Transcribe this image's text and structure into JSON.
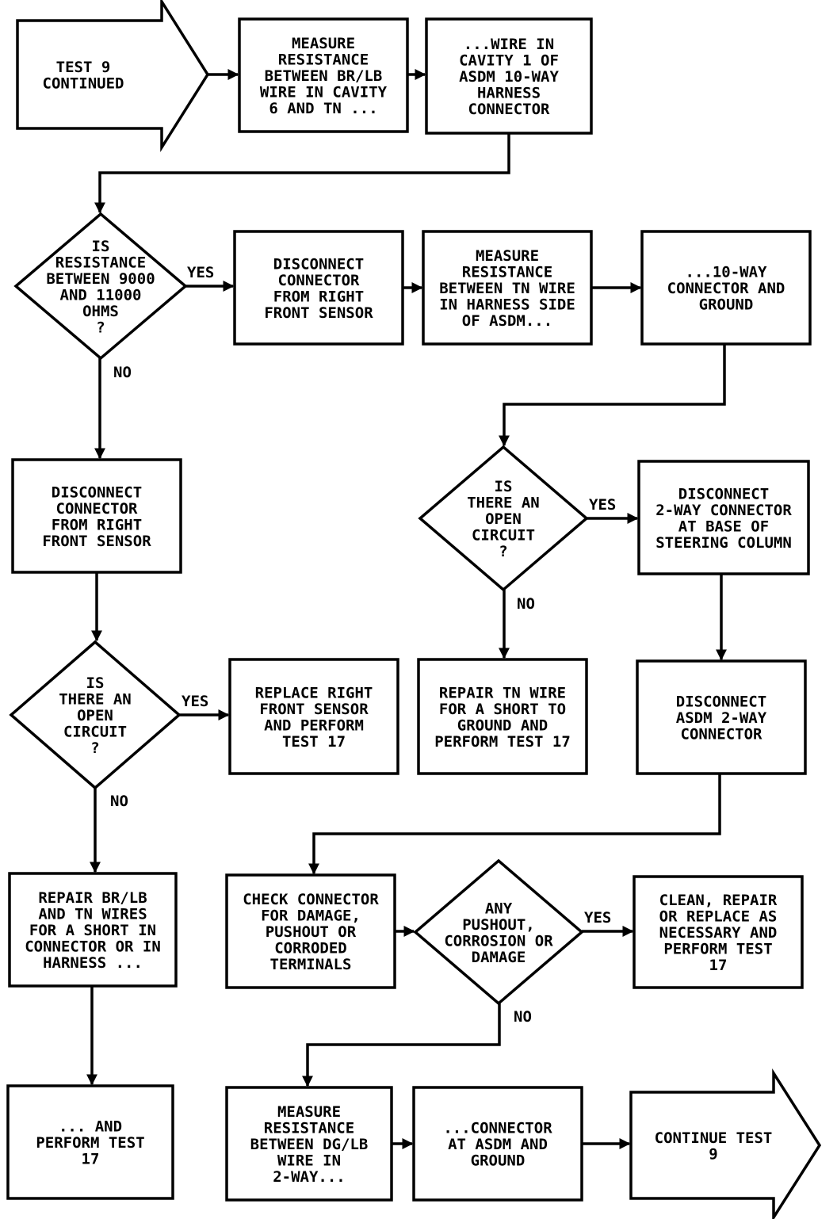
{
  "nodes": [
    {
      "id": "test9-continued",
      "shape": "arrow",
      "lines": [
        "TEST 9",
        "CONTINUED"
      ]
    },
    {
      "id": "measure-br-lb",
      "shape": "rect",
      "lines": [
        "MEASURE",
        "RESISTANCE",
        "BETWEEN BR/LB",
        "WIRE IN CAVITY",
        "6 AND TN ..."
      ]
    },
    {
      "id": "wire-cavity-1",
      "shape": "rect",
      "lines": [
        "...WIRE IN",
        "CAVITY 1 OF",
        "ASDM 10-WAY",
        "HARNESS",
        "CONNECTOR"
      ]
    },
    {
      "id": "is-resistance",
      "shape": "diamond",
      "lines": [
        "IS",
        "RESISTANCE",
        "BETWEEN 9000",
        "AND 11000",
        "OHMS",
        "?"
      ]
    },
    {
      "id": "disconnect-right-front-1",
      "shape": "rect",
      "lines": [
        "DISCONNECT",
        "CONNECTOR",
        "FROM RIGHT",
        "FRONT SENSOR"
      ]
    },
    {
      "id": "measure-tn-wire",
      "shape": "rect",
      "lines": [
        "MEASURE",
        "RESISTANCE",
        "BETWEEN TN WIRE",
        "IN HARNESS SIDE",
        "OF ASDM..."
      ]
    },
    {
      "id": "ten-way-ground",
      "shape": "rect",
      "lines": [
        "...10-WAY",
        "CONNECTOR AND",
        "GROUND"
      ]
    },
    {
      "id": "disconnect-right-front-2",
      "shape": "rect",
      "lines": [
        "DISCONNECT",
        "CONNECTOR",
        "FROM RIGHT",
        "FRONT SENSOR"
      ]
    },
    {
      "id": "open-circuit-right",
      "shape": "diamond",
      "lines": [
        "IS",
        "THERE AN",
        "OPEN",
        "CIRCUIT",
        "?"
      ]
    },
    {
      "id": "disconnect-2way-steering",
      "shape": "rect",
      "lines": [
        "DISCONNECT",
        "2-WAY CONNECTOR",
        "AT BASE OF",
        "STEERING COLUMN"
      ]
    },
    {
      "id": "open-circuit-left",
      "shape": "diamond",
      "lines": [
        "IS",
        "THERE AN",
        "OPEN",
        "CIRCUIT",
        "?"
      ]
    },
    {
      "id": "replace-right-front",
      "shape": "rect",
      "lines": [
        "REPLACE RIGHT",
        "FRONT SENSOR",
        "AND PERFORM",
        "TEST 17"
      ]
    },
    {
      "id": "repair-tn-short",
      "shape": "rect",
      "lines": [
        "REPAIR TN WIRE",
        "FOR A SHORT TO",
        "GROUND AND",
        "PERFORM TEST 17"
      ]
    },
    {
      "id": "disconnect-asdm-2way",
      "shape": "rect",
      "lines": [
        "DISCONNECT",
        "ASDM 2-WAY",
        "CONNECTOR"
      ]
    },
    {
      "id": "repair-br-lb-tn",
      "shape": "rect",
      "lines": [
        "REPAIR BR/LB",
        "AND TN WIRES",
        "FOR A SHORT IN",
        "CONNECTOR OR IN",
        "HARNESS ..."
      ]
    },
    {
      "id": "check-connector",
      "shape": "rect",
      "lines": [
        "CHECK CONNECTOR",
        "FOR DAMAGE,",
        "PUSHOUT OR",
        "CORRODED",
        "TERMINALS"
      ]
    },
    {
      "id": "any-pushout",
      "shape": "diamond",
      "lines": [
        "ANY",
        "PUSHOUT,",
        "CORROSION OR",
        "DAMAGE"
      ]
    },
    {
      "id": "clean-repair-replace",
      "shape": "rect",
      "lines": [
        "CLEAN, REPAIR",
        "OR REPLACE AS",
        "NECESSARY AND",
        "PERFORM TEST",
        "17"
      ]
    },
    {
      "id": "and-perform-17",
      "shape": "rect",
      "lines": [
        "... AND",
        "PERFORM TEST",
        "17"
      ]
    },
    {
      "id": "measure-dg-lb",
      "shape": "rect",
      "lines": [
        "MEASURE",
        "RESISTANCE",
        "BETWEEN DG/LB",
        "WIRE IN",
        "2-WAY..."
      ]
    },
    {
      "id": "connector-asdm-ground",
      "shape": "rect",
      "lines": [
        "...CONNECTOR",
        "AT ASDM AND",
        "GROUND"
      ]
    },
    {
      "id": "continue-test9",
      "shape": "arrow",
      "lines": [
        "CONTINUE TEST",
        "9"
      ]
    }
  ],
  "edges": [
    {
      "from": "test9-continued",
      "to": "measure-br-lb",
      "label": ""
    },
    {
      "from": "measure-br-lb",
      "to": "wire-cavity-1",
      "label": ""
    },
    {
      "from": "wire-cavity-1",
      "to": "is-resistance",
      "label": ""
    },
    {
      "from": "is-resistance",
      "to": "disconnect-right-front-1",
      "label": "YES"
    },
    {
      "from": "is-resistance",
      "to": "disconnect-right-front-2",
      "label": "NO"
    },
    {
      "from": "disconnect-right-front-1",
      "to": "measure-tn-wire",
      "label": ""
    },
    {
      "from": "measure-tn-wire",
      "to": "ten-way-ground",
      "label": ""
    },
    {
      "from": "ten-way-ground",
      "to": "open-circuit-right",
      "label": ""
    },
    {
      "from": "open-circuit-right",
      "to": "disconnect-2way-steering",
      "label": "YES"
    },
    {
      "from": "open-circuit-right",
      "to": "repair-tn-short",
      "label": "NO"
    },
    {
      "from": "disconnect-right-front-2",
      "to": "open-circuit-left",
      "label": ""
    },
    {
      "from": "open-circuit-left",
      "to": "replace-right-front",
      "label": "YES"
    },
    {
      "from": "open-circuit-left",
      "to": "repair-br-lb-tn",
      "label": "NO"
    },
    {
      "from": "disconnect-2way-steering",
      "to": "disconnect-asdm-2way",
      "label": ""
    },
    {
      "from": "disconnect-asdm-2way",
      "to": "check-connector",
      "label": ""
    },
    {
      "from": "check-connector",
      "to": "any-pushout",
      "label": ""
    },
    {
      "from": "any-pushout",
      "to": "clean-repair-replace",
      "label": "YES"
    },
    {
      "from": "any-pushout",
      "to": "measure-dg-lb",
      "label": "NO"
    },
    {
      "from": "repair-br-lb-tn",
      "to": "and-perform-17",
      "label": ""
    },
    {
      "from": "measure-dg-lb",
      "to": "connector-asdm-ground",
      "label": ""
    },
    {
      "from": "connector-asdm-ground",
      "to": "continue-test9",
      "label": ""
    }
  ]
}
